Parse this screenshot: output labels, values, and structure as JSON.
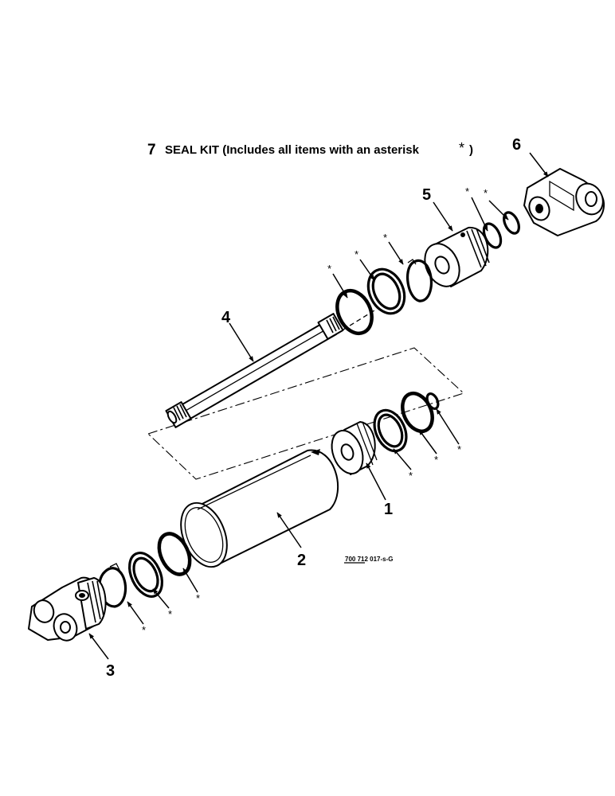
{
  "title": {
    "number": "7",
    "text": "SEAL KIT  (Includes all items with an asterisk",
    "star": "*",
    "close": ")"
  },
  "parts": {
    "piston": "1",
    "barrel": "2",
    "base_clevis": "3",
    "rod": "4",
    "gland": "5",
    "rod_clevis": "6"
  },
  "asterisk": "*",
  "reference_code": "700 712 017-s-G"
}
